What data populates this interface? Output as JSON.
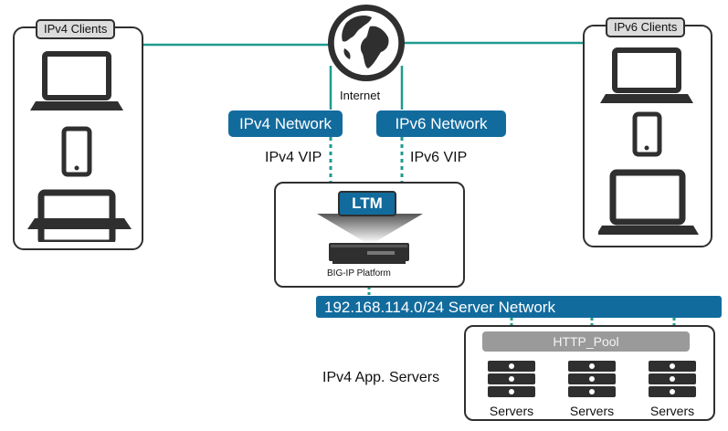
{
  "ipv4_clients": {
    "label": "IPv4 Clients"
  },
  "ipv6_clients": {
    "label": "IPv6 Clients"
  },
  "internet": {
    "label": "Internet"
  },
  "networks": {
    "ipv4": "IPv4 Network",
    "ipv6": "IPv6 Network"
  },
  "vips": {
    "ipv4": "IPv4 VIP",
    "ipv6": "IPv6 VIP"
  },
  "bigip": {
    "ltm_label": "LTM",
    "platform_label": "BIG-IP Platform"
  },
  "server_network": {
    "label": "192.168.114.0/24 Server Network"
  },
  "pool": {
    "label": "HTTP_Pool"
  },
  "app_servers": {
    "label": "IPv4 App. Servers"
  },
  "servers": [
    {
      "label": "Servers"
    },
    {
      "label": "Servers"
    },
    {
      "label": "Servers"
    }
  ],
  "colors": {
    "teal_line": "#1e9b8f",
    "network_blue": "#126b9d",
    "device_dark": "#2f2f2f",
    "pool_gray": "#9a9a9a"
  }
}
